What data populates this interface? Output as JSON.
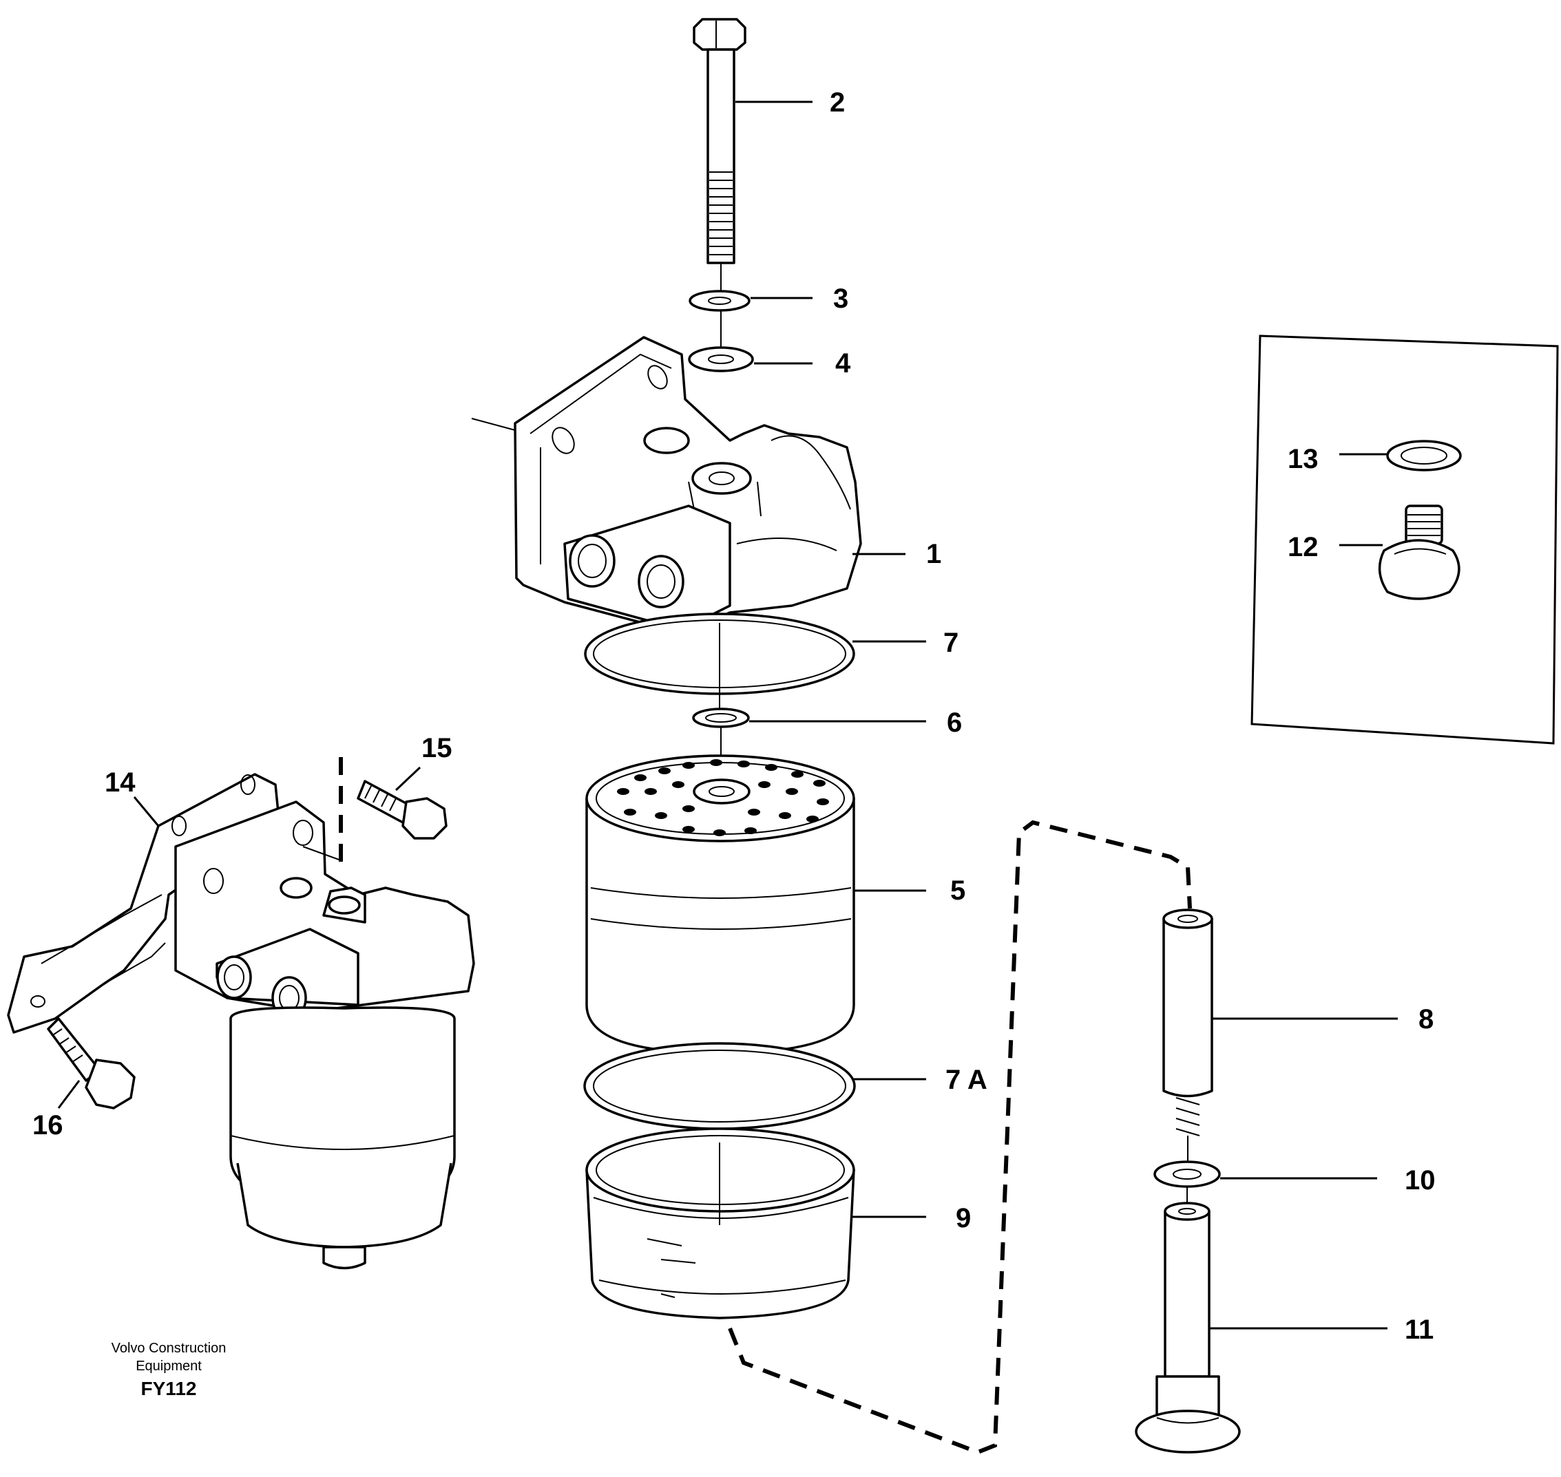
{
  "callouts": {
    "c1": "1",
    "c2": "2",
    "c3": "3",
    "c4": "4",
    "c5": "5",
    "c6": "6",
    "c7": "7",
    "c7a": "7 A",
    "c8": "8",
    "c9": "9",
    "c10": "10",
    "c11": "11",
    "c12": "12",
    "c13": "13",
    "c14": "14",
    "c15": "15",
    "c16": "16"
  },
  "caption": {
    "line1": "Volvo Construction",
    "line2": "Equipment",
    "code": "FY112"
  }
}
